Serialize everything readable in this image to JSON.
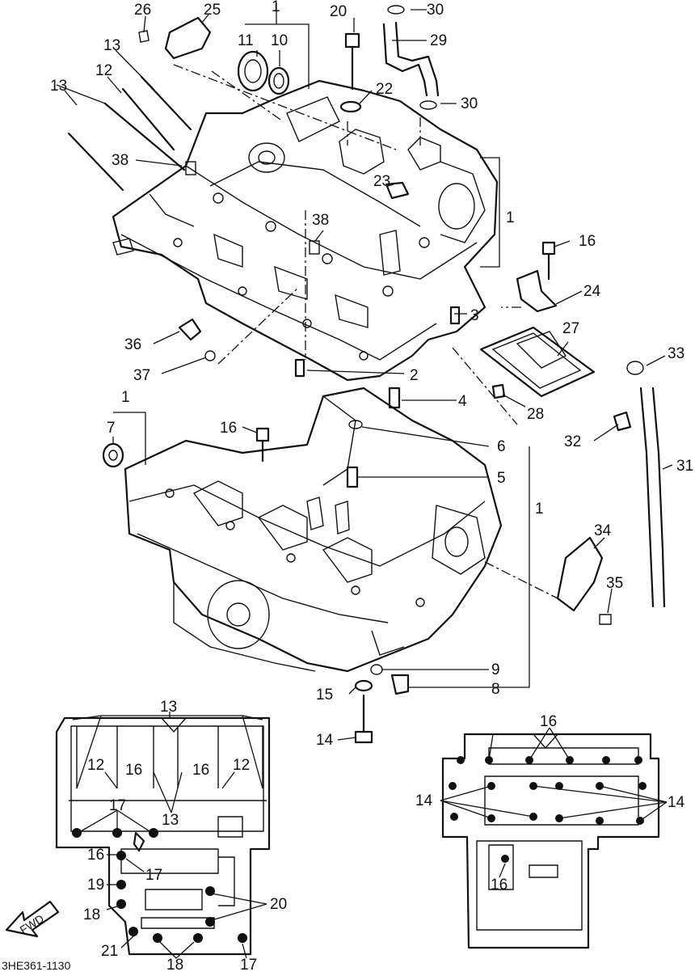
{
  "diagram": {
    "code": "3HE361-1130",
    "fwd_label": "FWD",
    "callouts": {
      "c1a": "1",
      "c1b": "1",
      "c1c": "1",
      "c1d": "1",
      "c2": "2",
      "c3": "3",
      "c4": "4",
      "c5": "5",
      "c6": "6",
      "c7": "7",
      "c8": "8",
      "c9": "9",
      "c10": "10",
      "c11": "11",
      "c12a": "12",
      "c13a": "13",
      "c13b": "13",
      "c14": "14",
      "c15": "15",
      "c16a": "16",
      "c16b": "16",
      "c20": "20",
      "c22": "22",
      "c23": "23",
      "c24": "24",
      "c25": "25",
      "c26": "26",
      "c27": "27",
      "c28": "28",
      "c29": "29",
      "c30a": "30",
      "c30b": "30",
      "c31": "31",
      "c32": "32",
      "c33": "33",
      "c34": "34",
      "c35": "35",
      "c36": "36",
      "c37": "37",
      "c38a": "38",
      "c38b": "38"
    },
    "left_inset": {
      "t13a": "13",
      "t12a": "12",
      "t16a": "16",
      "t16b": "16",
      "t12b": "12",
      "t13b": "13",
      "t17a": "17",
      "t16c": "16",
      "t17b": "17",
      "t19": "19",
      "t18a": "18",
      "t20": "20",
      "t21": "21",
      "t18b": "18",
      "t17c": "17"
    },
    "right_inset": {
      "r16a": "16",
      "r14a": "14",
      "r14b": "14",
      "r16b": "16"
    }
  }
}
